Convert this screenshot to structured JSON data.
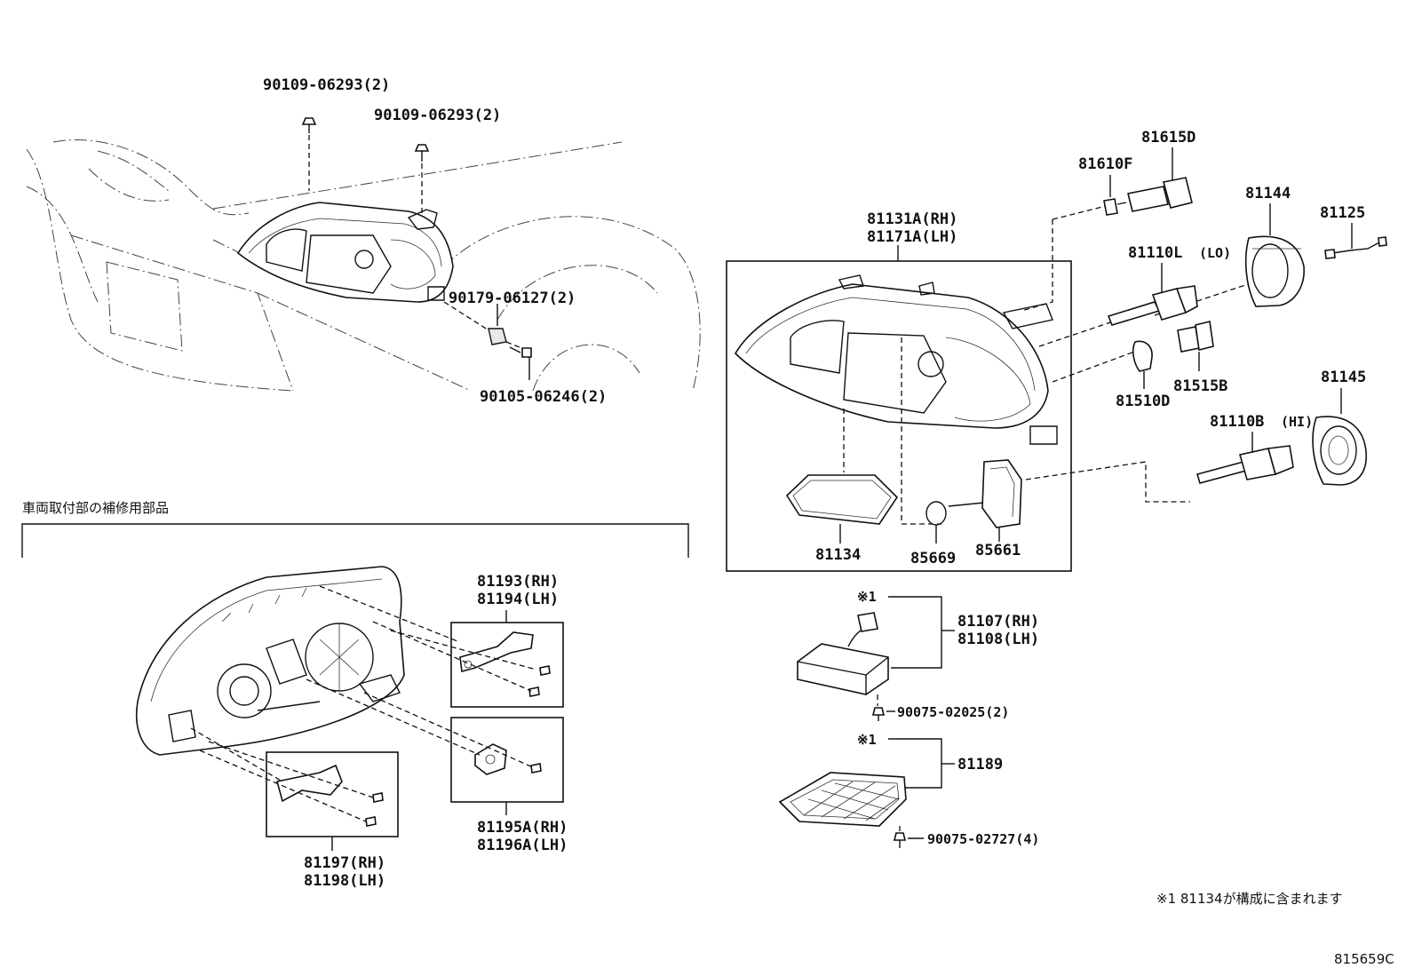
{
  "labels": {
    "screw_top_a": "90109-06293(2)",
    "screw_top_b": "90109-06293(2)",
    "nut_90179": "90179-06127(2)",
    "bolt_90105": "90105-06246(2)",
    "assy_rh": "81131A(RH)",
    "assy_lh": "81171A(LH)",
    "bulb_81610f": "81610F",
    "socket_81615d": "81615D",
    "cover_81144": "81144",
    "wire_81125": "81125",
    "bulb_81110l": "81110L",
    "bulb_81110l_note": "(LO)",
    "bulb_81510d": "81510D",
    "socket_81515b": "81515B",
    "cover_81145": "81145",
    "bulb_81110b": "81110B",
    "bulb_81110b_note": "(HI)",
    "gasket_81134": "81134",
    "oring_85669": "85669",
    "ballast_85661": "85661",
    "computer_rh": "81107(RH)",
    "computer_lh": "81108(LH)",
    "note_mark_1": "※1",
    "screw_90075_a": "90075-02025(2)",
    "cover_81189": "81189",
    "note_mark_2": "※1",
    "screw_90075_b": "90075-02727(4)",
    "bracket_81193": "81193(RH)",
    "bracket_81194": "81194(LH)",
    "bracket_81195a": "81195A(RH)",
    "bracket_81196a": "81196A(LH)",
    "bracket_81197": "81197(RH)",
    "bracket_81198": "81198(LH)"
  },
  "section_title": "車両取付部の補修用部品",
  "footnote": "※1 81134が構成に含まれます",
  "diagram_id": "815659C"
}
